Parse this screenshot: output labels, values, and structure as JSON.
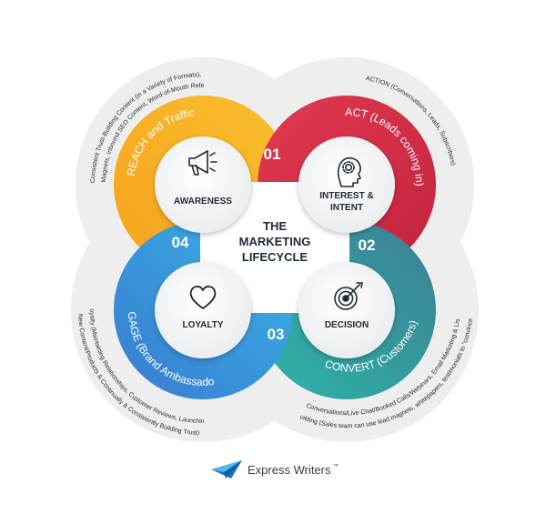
{
  "center": {
    "line1": "THE",
    "line2": "MARKETING",
    "line3": "LIFECYCLE"
  },
  "stages": [
    {
      "number": "01",
      "title": "AWARENESS",
      "arc_label": "REACH and Traffic",
      "desc_line1": "Consistent Trust-Building Content (in a Variety of Formats),",
      "desc_line2": "Lead Magnets, Inbound SEO Content, Word-of-Mouth Referrals",
      "icon": "megaphone-icon",
      "color": "#f7a21b"
    },
    {
      "number": "02",
      "title_line1": "INTEREST &",
      "title_line2": "INTENT",
      "arc_label": "ACT (Leads coming in)",
      "desc_line1": "ACTION (Conversations, Leads, Subscribers)",
      "icon": "head-gear-icon",
      "color": "#d42f4a"
    },
    {
      "number": "03",
      "title": "DECISION",
      "arc_label": "CONVERT (Customers)",
      "desc_line1": "Conversations/Live Chat/Booked Calls/Webinars, Email Marketing & List",
      "desc_line2": "Building (Sales team can use lead magnets, whitepapers, testimonials to \"convince\")",
      "icon": "target-icon",
      "color": "#27a8a4"
    },
    {
      "number": "04",
      "title": "LOYALTY",
      "arc_label": "ENGAGE (Brand Ambassadors)",
      "desc_line1": "Loyalty (Maintaining Relationships, Customer Reviews, Launching",
      "desc_line2": "New Content/Products & Continually & Consistently Building Trust)",
      "icon": "heart-icon",
      "color": "#2f8fd6"
    }
  ],
  "footer": {
    "brand": "Express Writers",
    "trademark": "™",
    "logo": "paper-plane-icon"
  }
}
